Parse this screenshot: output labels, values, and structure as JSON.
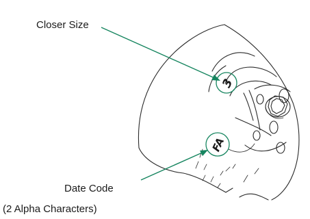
{
  "callouts": {
    "closer_size": {
      "label": "Closer Size",
      "stamp": "3"
    },
    "date_code": {
      "label_line1": "Date Code",
      "label_line2": "(2 Alpha Characters)",
      "stamp": "FA"
    }
  },
  "colors": {
    "callout_accent": "#16855f",
    "line_art": "#2a2a2a",
    "text": "#1a1a1a",
    "background": "#ffffff"
  }
}
